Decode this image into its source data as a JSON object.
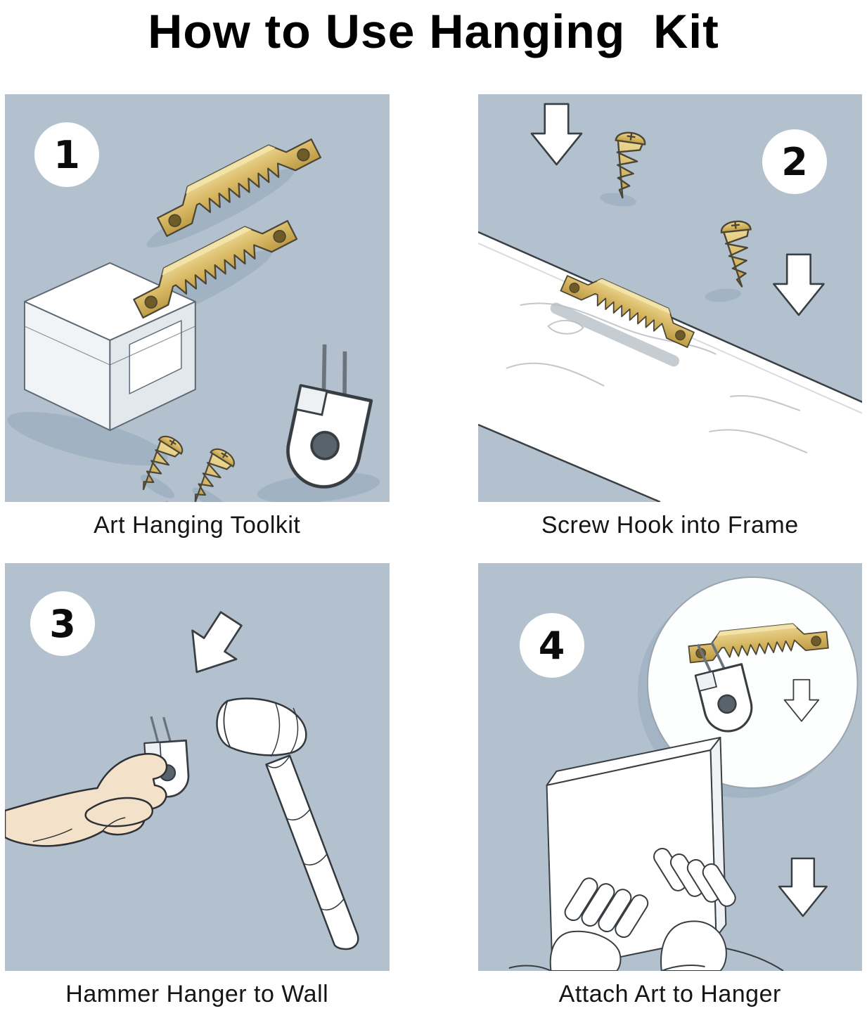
{
  "title": "How to Use Hanging  Kit",
  "panels": [
    {
      "number": "1",
      "caption": "Art Hanging Toolkit"
    },
    {
      "number": "2",
      "caption": "Screw Hook into Frame"
    },
    {
      "number": "3",
      "caption": "Hammer Hanger to Wall"
    },
    {
      "number": "4",
      "caption": "Attach Art to Hanger"
    }
  ],
  "colors": {
    "panel_background": "#b3c1ce",
    "brass": "#d9ba67",
    "brass_light": "#ecd894",
    "brass_dark": "#bf9c45",
    "outline": "#33383d",
    "skin": "#f3e2c9",
    "shadow": "#9dafc0",
    "white": "#ffffff",
    "text": "#111111"
  }
}
